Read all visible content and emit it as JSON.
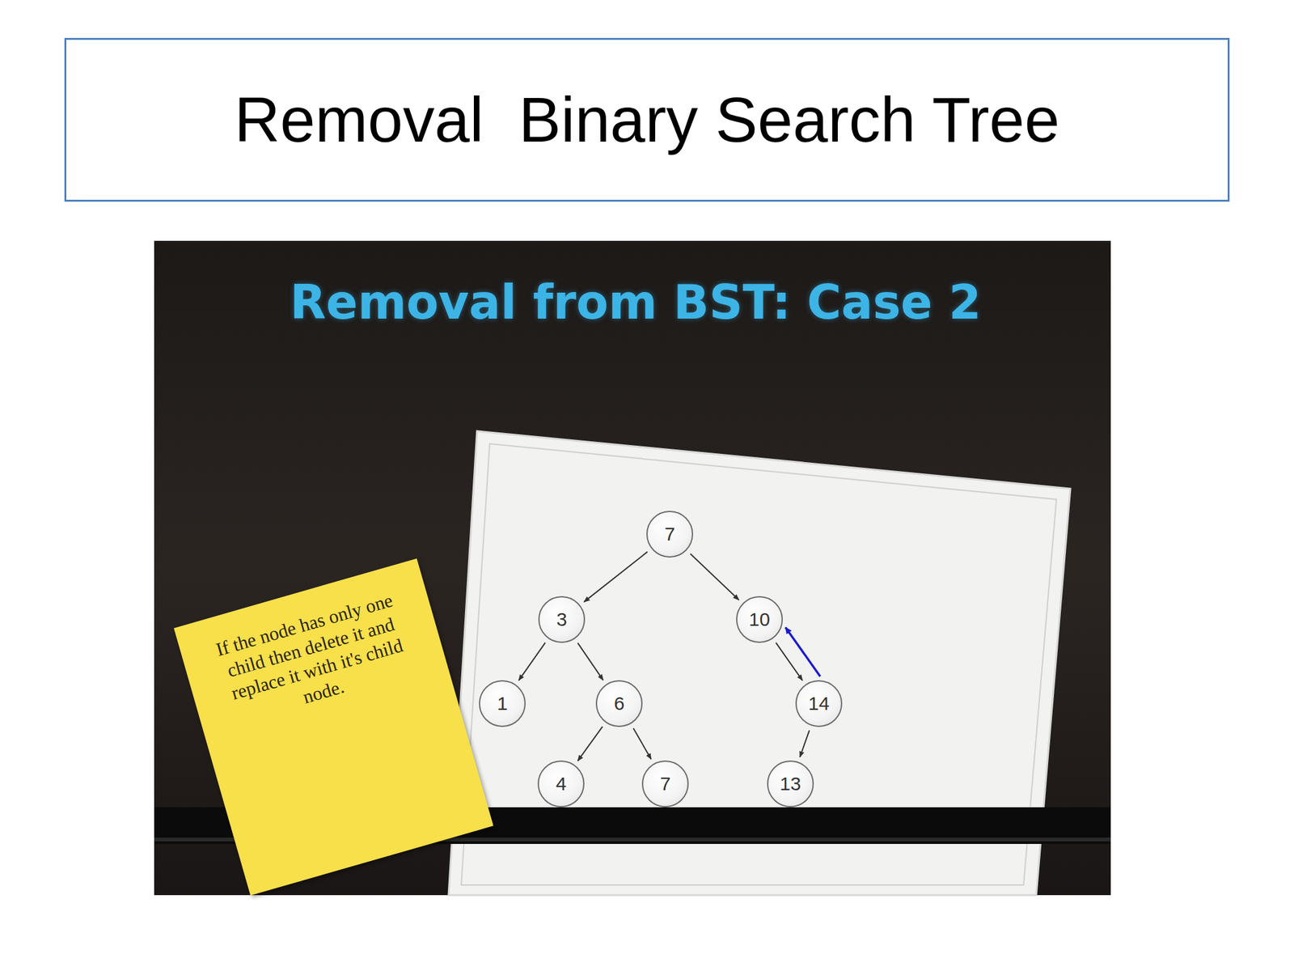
{
  "diagram": {
    "title": "Removal  Binary Search Tree",
    "nodes": [
      {
        "text": [
          "7"
        ]
      },
      {
        "text": [
          "3"
        ]
      },
      {
        "text": [
          "10"
        ]
      },
      {
        "text": [
          "1"
        ]
      },
      {
        "text": [
          "6"
        ]
      },
      {
        "text": [
          "14"
        ]
      },
      {
        "text": [
          "4"
        ]
      },
      {
        "text": [
          "7"
        ]
      },
      {
        "text": [
          "13"
        ]
      },
      {
        "text": [
          "If the node has only one child then delete it and replace it with it's child node."
        ]
      }
    ],
    "edges": [
      {
        "from": 0,
        "to": 1,
        "arrow": "to"
      },
      {
        "from": 0,
        "to": 2,
        "arrow": "to"
      },
      {
        "from": 1,
        "to": 3,
        "arrow": "to"
      },
      {
        "from": 1,
        "to": 4,
        "arrow": "to"
      },
      {
        "from": 2,
        "to": 5,
        "arrow": "to"
      },
      {
        "from": 4,
        "to": 6,
        "arrow": "to"
      },
      {
        "from": 4,
        "to": 7,
        "arrow": "to"
      },
      {
        "from": 5,
        "to": 8,
        "arrow": "to"
      },
      {
        "from": 5,
        "to": 2,
        "arrow": "to"
      }
    ],
    "labels": [
      "Removal from BST: Case 2"
    ]
  }
}
